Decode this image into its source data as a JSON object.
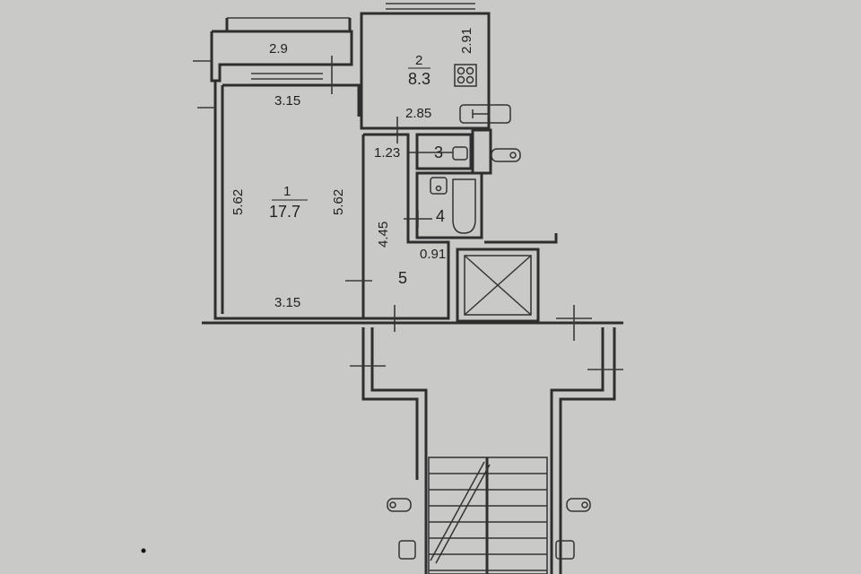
{
  "plan": {
    "rooms": [
      {
        "number": "1",
        "area": "17.7"
      },
      {
        "number": "2",
        "area": "8.3"
      },
      {
        "number": "3"
      },
      {
        "number": "4"
      },
      {
        "number": "5"
      }
    ],
    "dimensions": {
      "balcony_width": "2.9",
      "room1_top": "3.15",
      "room1_left": "5.62",
      "room1_right": "5.62",
      "room1_bottom": "3.15",
      "kitchen_side": "2.91",
      "kitchen_bottom": "2.85",
      "toilet_width": "1.23",
      "hall_height": "4.45",
      "hall_width": "0.91"
    }
  }
}
